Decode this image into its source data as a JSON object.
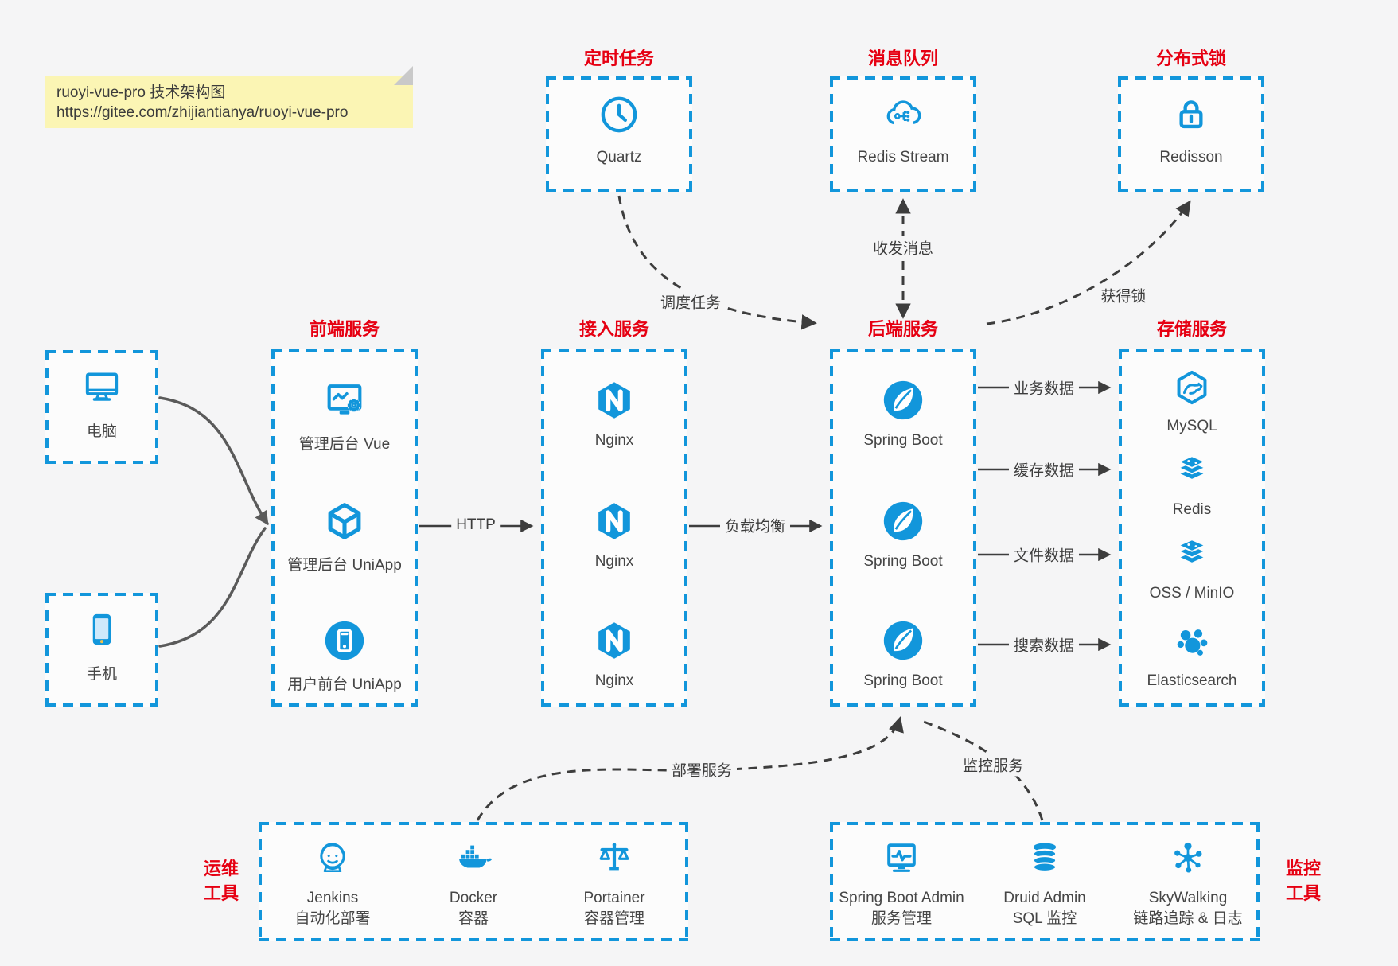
{
  "note": {
    "line1": "ruoyi-vue-pro 技术架构图",
    "line2": "https://gitee.com/zhijiantianya/ruoyi-vue-pro"
  },
  "colors": {
    "accent_blue": "#1296db",
    "title_red": "#e60012",
    "background": "#f5f5f6",
    "arrow_gray": "#3d3d3d",
    "note_yellow": "#fbf5b4"
  },
  "top_groups": [
    {
      "title": "定时任务",
      "icon": "clock-icon",
      "label": "Quartz"
    },
    {
      "title": "消息队列",
      "icon": "mq-cloud-icon",
      "label": "Redis Stream"
    },
    {
      "title": "分布式锁",
      "icon": "lock-icon",
      "label": "Redisson"
    }
  ],
  "clients": [
    {
      "icon": "computer-icon",
      "label": "电脑"
    },
    {
      "icon": "phone-icon",
      "label": "手机"
    }
  ],
  "service_groups": [
    {
      "title": "前端服务",
      "items": [
        {
          "icon": "admin-vue-icon",
          "label": "管理后台 Vue"
        },
        {
          "icon": "uniapp-cube-icon",
          "label": "管理后台 UniApp"
        },
        {
          "icon": "user-app-icon",
          "label": "用户前台 UniApp"
        }
      ]
    },
    {
      "title": "接入服务",
      "items": [
        {
          "icon": "nginx-icon",
          "label": "Nginx"
        },
        {
          "icon": "nginx-icon",
          "label": "Nginx"
        },
        {
          "icon": "nginx-icon",
          "label": "Nginx"
        }
      ]
    },
    {
      "title": "后端服务",
      "items": [
        {
          "icon": "spring-boot-icon",
          "label": "Spring Boot"
        },
        {
          "icon": "spring-boot-icon",
          "label": "Spring Boot"
        },
        {
          "icon": "spring-boot-icon",
          "label": "Spring Boot"
        }
      ]
    },
    {
      "title": "存储服务",
      "items": [
        {
          "icon": "mysql-icon",
          "label": "MySQL"
        },
        {
          "icon": "redis-icon",
          "label": "Redis"
        },
        {
          "icon": "oss-minio-icon",
          "label": "OSS / MinIO"
        },
        {
          "icon": "elasticsearch-icon",
          "label": "Elasticsearch"
        }
      ]
    }
  ],
  "bottom_groups": {
    "ops": {
      "side_label_line1": "运维",
      "side_label_line2": "工具",
      "items": [
        {
          "icon": "jenkins-icon",
          "line1": "Jenkins",
          "line2": "自动化部署"
        },
        {
          "icon": "docker-icon",
          "line1": "Docker",
          "line2": "容器"
        },
        {
          "icon": "portainer-icon",
          "line1": "Portainer",
          "line2": "容器管理"
        }
      ]
    },
    "monitor": {
      "side_label_line1": "监控",
      "side_label_line2": "工具",
      "items": [
        {
          "icon": "spring-boot-admin-icon",
          "line1": "Spring Boot Admin",
          "line2": "服务管理"
        },
        {
          "icon": "druid-icon",
          "line1": "Druid Admin",
          "line2": "SQL 监控"
        },
        {
          "icon": "skywalking-icon",
          "line1": "SkyWalking",
          "line2": "链路追踪 & 日志"
        }
      ]
    }
  },
  "edge_labels": {
    "schedule": "调度任务",
    "message": "收发消息",
    "lock": "获得锁",
    "http": "HTTP",
    "load_balance": "负载均衡",
    "business_data": "业务数据",
    "cache_data": "缓存数据",
    "file_data": "文件数据",
    "search_data": "搜索数据",
    "deploy": "部署服务",
    "monitor": "监控服务"
  }
}
